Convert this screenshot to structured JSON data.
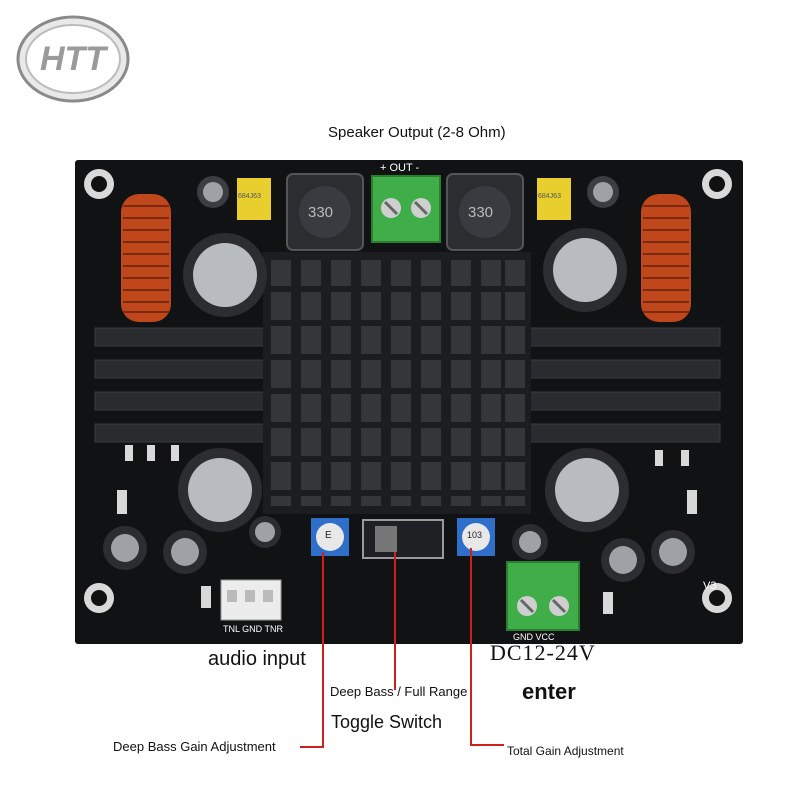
{
  "logo": {
    "text": "HTT"
  },
  "board": {
    "silkscreen_out": "+ OUT -",
    "inductor_left": "330",
    "inductor_right": "330",
    "cap_left": "684J63",
    "cap_right": "684J63",
    "pot_left": "E",
    "pot_right": "103",
    "version": "V3",
    "input_pins": "TNL GND TNR",
    "power_pins": "GND VCC"
  },
  "annotations": {
    "speaker_output": "Speaker Output (2-8 Ohm)",
    "audio_input": "audio input",
    "dc_voltage": "DC12-24V",
    "dc_enter": "enter",
    "deep_bass_full_range": "Deep Bass / Full Range",
    "toggle_switch": "Toggle Switch",
    "deep_bass_gain": "Deep Bass Gain Adjustment",
    "total_gain": "Total Gain Adjustment"
  },
  "colors": {
    "pcb": "#111214",
    "heatsink": "#2a2b2e",
    "terminal": "#3fae49",
    "inductor": "#c0461b",
    "film_cap": "#e8cf2e",
    "leader_line": "#d0201c"
  }
}
